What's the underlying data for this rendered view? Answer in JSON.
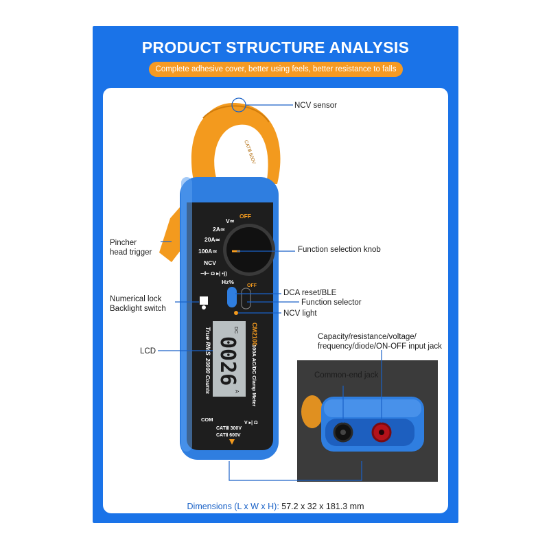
{
  "header": {
    "title": "PRODUCT STRUCTURE ANALYSIS",
    "subtitle": "Complete adhesive cover, better using feels, better resistance to falls"
  },
  "callouts": {
    "ncv_sensor": "NCV sensor",
    "pincher_line1": "Pincher",
    "pincher_line2": "head trigger",
    "function_knob": "Function selection knob",
    "dca_reset": "DCA reset/BLE",
    "function_selector": "Function selector",
    "numlock_line1": "Numerical lock",
    "numlock_line2": "Backlight switch",
    "ncv_light": "NCV light",
    "lcd": "LCD",
    "input_jack_line1": "Capacity/resistance/voltage/",
    "input_jack_line2": "frequency/diode/ON-OFF input jack",
    "common_jack": "Common-end jack"
  },
  "device": {
    "dial_off": "OFF",
    "dial_v": "V≃",
    "dial_2a": "2A≃",
    "dial_20a": "20A≃",
    "dial_100a": "100A≃",
    "dial_ncv": "NCV",
    "dial_symbols": "⊣⊢ Ω ▸| •))",
    "hz": "Hz%",
    "switch_off": "OFF",
    "model": "CM2100",
    "model_desc": "100A AC/DC Clamp Meter",
    "true_rms": "True RMS",
    "counts": "20000 Counts",
    "lcd_dc": "DC",
    "lcd_reading": "0026",
    "lcd_unit": "A",
    "com": "COM",
    "cat3": "CATⅢ 300V",
    "cat2": "CATⅡ 600V",
    "vohm": "V ▸| Ω",
    "clamp_cat": "CATⅢ 600V"
  },
  "footer": {
    "label": "Dimensions (L x W x H):",
    "value": "57.2 x 32 x 181.3 mm"
  },
  "colors": {
    "frame_blue": "#1a73e8",
    "accent_orange": "#f59a23",
    "device_blue": "#2f7ee0",
    "panel_dark": "#1e1e1e"
  }
}
